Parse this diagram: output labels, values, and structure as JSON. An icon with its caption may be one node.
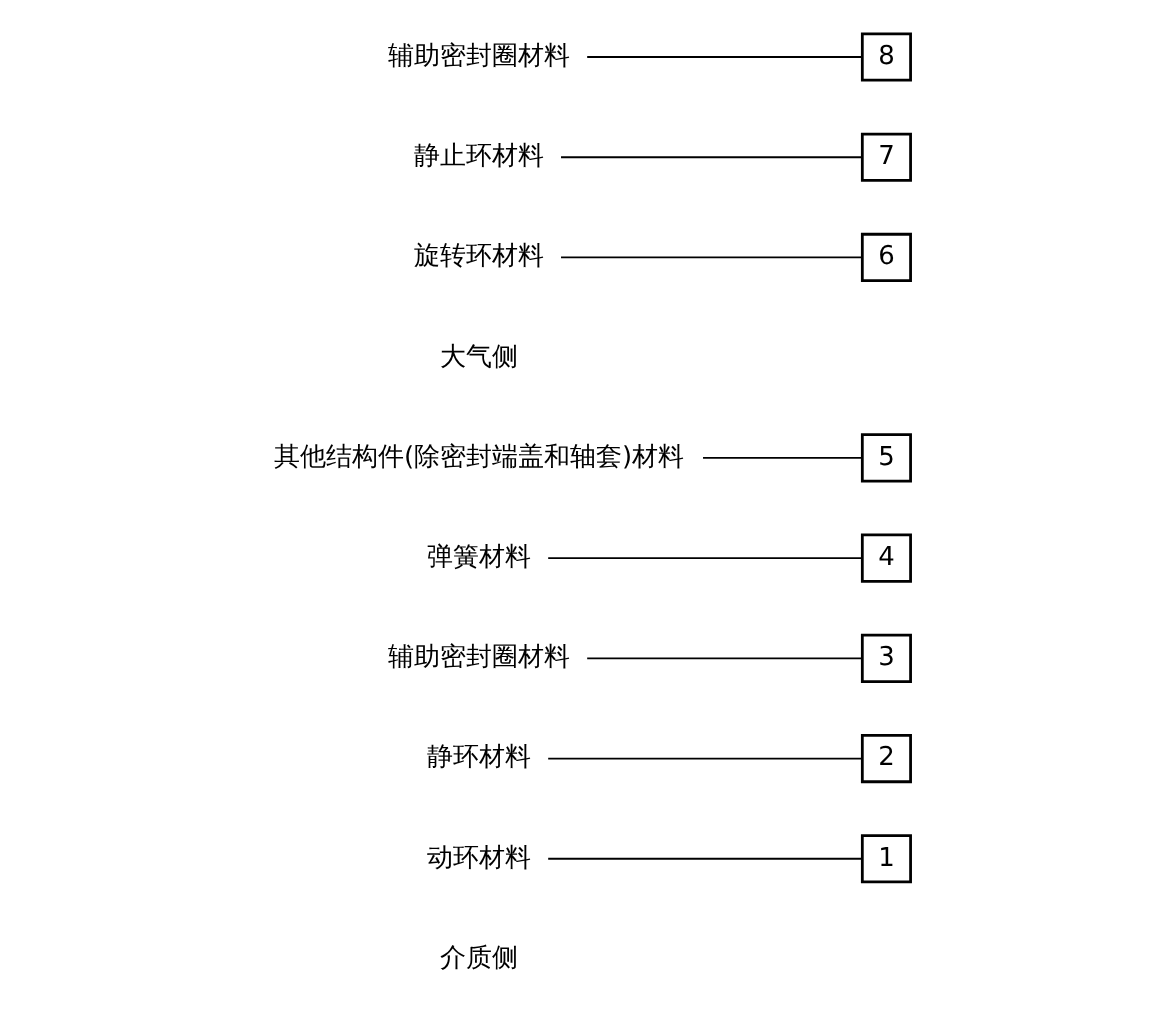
{
  "diagram": {
    "nodes": [
      {
        "text": [
          "1"
        ]
      },
      {
        "text": [
          "2"
        ]
      },
      {
        "text": [
          "3"
        ]
      },
      {
        "text": [
          "4"
        ]
      },
      {
        "text": [
          "5"
        ]
      },
      {
        "text": [
          "6"
        ]
      },
      {
        "text": [
          "7"
        ]
      },
      {
        "text": [
          "8"
        ]
      },
      {
        "text": [
          "动环材料"
        ]
      },
      {
        "text": [
          "静环材料"
        ]
      },
      {
        "text": [
          "辅助密封圈材料"
        ]
      },
      {
        "text": [
          "弹簧材料"
        ]
      },
      {
        "text": [
          "其他结构件(除密封端盖和轴套)材料"
        ]
      },
      {
        "text": [
          "旋转环材料"
        ]
      },
      {
        "text": [
          "静止环材料"
        ]
      },
      {
        "text": [
          "辅助密封圈材料"
        ]
      }
    ],
    "edges": [
      {
        "from": 8,
        "to": 0,
        "arrow": "none"
      },
      {
        "from": 9,
        "to": 1,
        "arrow": "none"
      },
      {
        "from": 10,
        "to": 2,
        "arrow": "none"
      },
      {
        "from": 11,
        "to": 3,
        "arrow": "none"
      },
      {
        "from": 12,
        "to": 4,
        "arrow": "none"
      },
      {
        "from": 13,
        "to": 5,
        "arrow": "none"
      },
      {
        "from": 14,
        "to": 6,
        "arrow": "none"
      },
      {
        "from": 15,
        "to": 7,
        "arrow": "none"
      }
    ],
    "labels": [
      "介质侧",
      "大气侧"
    ]
  }
}
